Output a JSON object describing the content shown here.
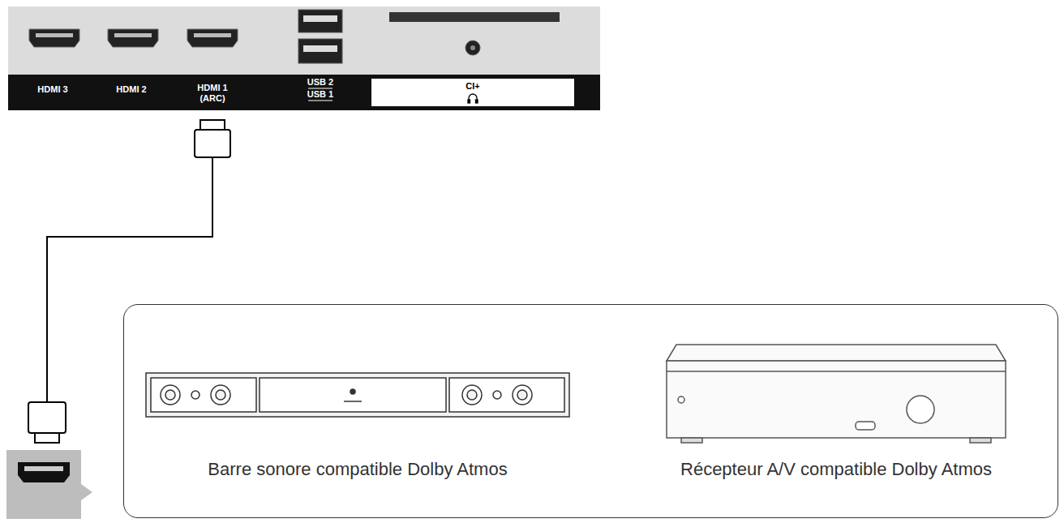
{
  "diagram": {
    "nodes": [
      {
        "text": [
          "Barre sonore compatible Dolby Atmos",
          "Récepteur A/V compatible Dolby Atmos"
        ]
      }
    ],
    "labels": [
      "HDMI 3",
      "HDMI 2",
      "HDMI 1 (ARC)",
      "USB 2",
      "USB 1",
      "CI+"
    ]
  }
}
